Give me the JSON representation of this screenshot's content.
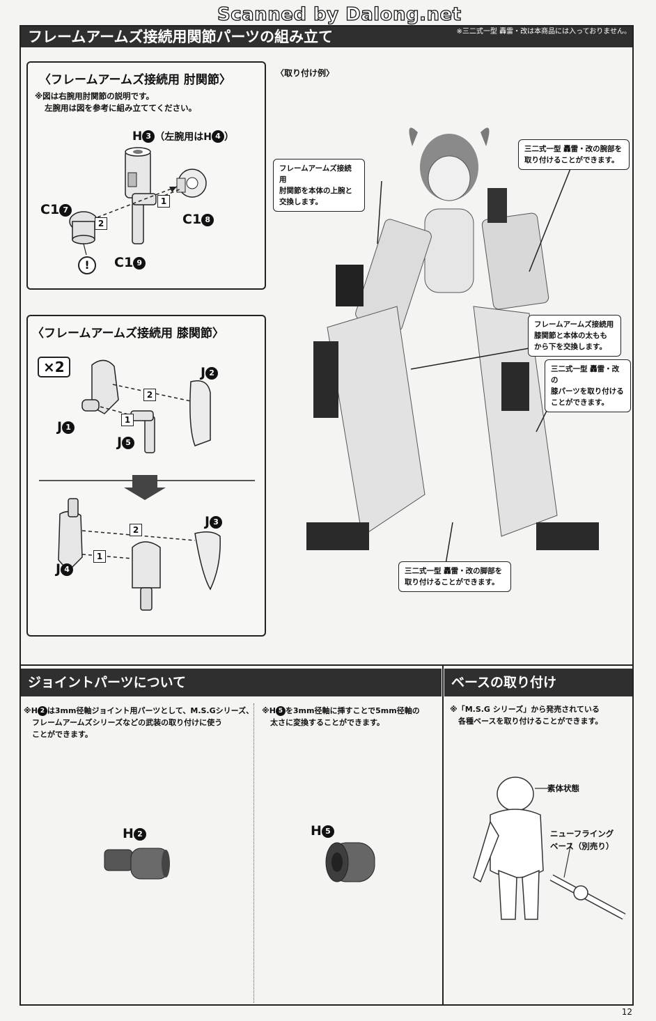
{
  "watermark": "Scanned by Dalong.net",
  "header": {
    "title": "フレームアームズ接続用関節パーツの組み立て",
    "note": "※三二式一型 轟雷・改は本商品には入っておりません。"
  },
  "elbow": {
    "title": "〈フレームアームズ接続用 肘関節〉",
    "note_line1": "※図は右腕用肘関節の説明です。",
    "note_line2": "左腕用は図を参考に組み立ててください。",
    "h_label": "H",
    "h_num": "3",
    "h_alt": "（左腕用はH",
    "h_alt_num": "4",
    "h_alt_end": "）",
    "c17_label": "C1",
    "c17_num": "7",
    "c18_label": "C1",
    "c18_num": "8",
    "c19_label": "C1",
    "c19_num": "9",
    "step1": "1",
    "step2": "2",
    "warning": "!"
  },
  "knee": {
    "title": "〈フレームアームズ接続用 膝関節〉",
    "count": "×2",
    "j1_label": "J",
    "j1_num": "1",
    "j2_label": "J",
    "j2_num": "2",
    "j3_label": "J",
    "j3_num": "3",
    "j4_label": "J",
    "j4_num": "4",
    "j5_label": "J",
    "j5_num": "5",
    "step1": "1",
    "step2": "2",
    "step1b": "1",
    "step2b": "2"
  },
  "example": {
    "title": "〈取り付け例〉",
    "callout_upper_arm": [
      "フレームアームズ接続用",
      "肘関節を本体の上腕と",
      "交換します。"
    ],
    "callout_arm": [
      "三二式一型 轟雷・改の腕部を",
      "取り付けることができます。"
    ],
    "callout_thigh": [
      "フレームアームズ接続用",
      "膝関節と本体の太もも",
      "から下を交換します。"
    ],
    "callout_knee": [
      "三二式一型 轟雷・改の",
      "膝パーツを取り付ける",
      "ことができます。"
    ],
    "callout_leg": [
      "三二式一型 轟雷・改の脚部を",
      "取り付けることができます。"
    ]
  },
  "joint": {
    "title": "ジョイントパーツについて",
    "note_left_1": "※H",
    "note_left_num": "2",
    "note_left_2": "は3mm径軸ジョイント用パーツとして、M.S.Gシリーズ、",
    "note_left_3": "フレームアームズシリーズなどの武装の取り付けに使う",
    "note_left_4": "ことができます。",
    "note_right_1": "※H",
    "note_right_num": "5",
    "note_right_2": "を3mm径軸に挿すことで5mm径軸の",
    "note_right_3": "太さに変換することができます。",
    "h2_label": "H",
    "h2_num": "2",
    "h5_label": "H",
    "h5_num": "5"
  },
  "base": {
    "title": "ベースの取り付け",
    "note_1": "※「M.S.G シリーズ」から発売されている",
    "note_2": "各種ベースを取り付けることができます。",
    "label_body": "素体状態",
    "label_base_1": "ニューフライング",
    "label_base_2": "ベース（別売り）"
  },
  "page_number": "12"
}
